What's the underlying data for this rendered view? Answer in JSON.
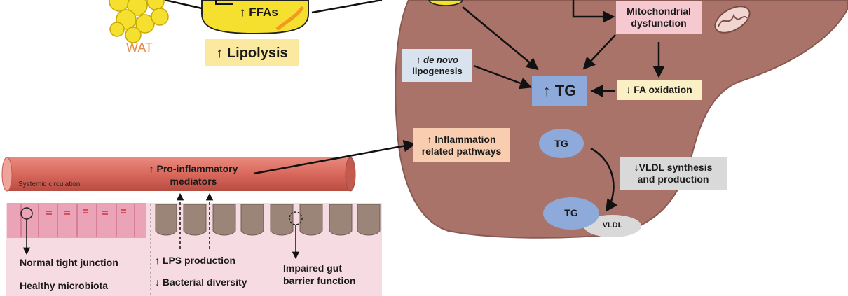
{
  "wat": {
    "label": "WAT"
  },
  "adipocyte": {
    "ffa_label": "↑ FFAs"
  },
  "lipolysis": {
    "label": "↑ Lipolysis"
  },
  "mito": {
    "label": "Mitochondrial dysfunction"
  },
  "denovo": {
    "arrow": "↑",
    "italic": "de novo",
    "rest": "lipogenesis"
  },
  "tg_main": {
    "label": "↑ TG"
  },
  "fa_ox": {
    "label": "↓ FA oxidation"
  },
  "inflammation": {
    "label": "↑ Inflammation related pathways"
  },
  "tg_small": {
    "label": "TG"
  },
  "vldl_box": {
    "label": "↓VLDL synthesis and production"
  },
  "tg_vldl": {
    "tg": "TG",
    "vldl": "VLDL"
  },
  "circulation": {
    "label": "Systemic circulation"
  },
  "mediators": {
    "line1": "↑ Pro-inflammatory",
    "line2": "mediators"
  },
  "gut_left": {
    "tight_junction": "Normal tight junction",
    "microbiota": "Healthy microbiota"
  },
  "gut_right": {
    "lps": "↑ LPS production",
    "diversity": "↓ Bacterial diversity",
    "barrier": "Impaired gut barrier function"
  },
  "colors": {
    "liver": "#a9736a",
    "liver_edge": "#8a5a52",
    "tg_blue": "#8eaadb",
    "mito_pink": "#f6c9d1",
    "fa_yellow": "#fbf0c5",
    "inflam_orange": "#f8cdb0",
    "vldl_gray": "#d9d9d9",
    "vessel": "#d9685c",
    "gut_bg": "#f7dbe3",
    "fat_yellow": "#f5e030"
  }
}
